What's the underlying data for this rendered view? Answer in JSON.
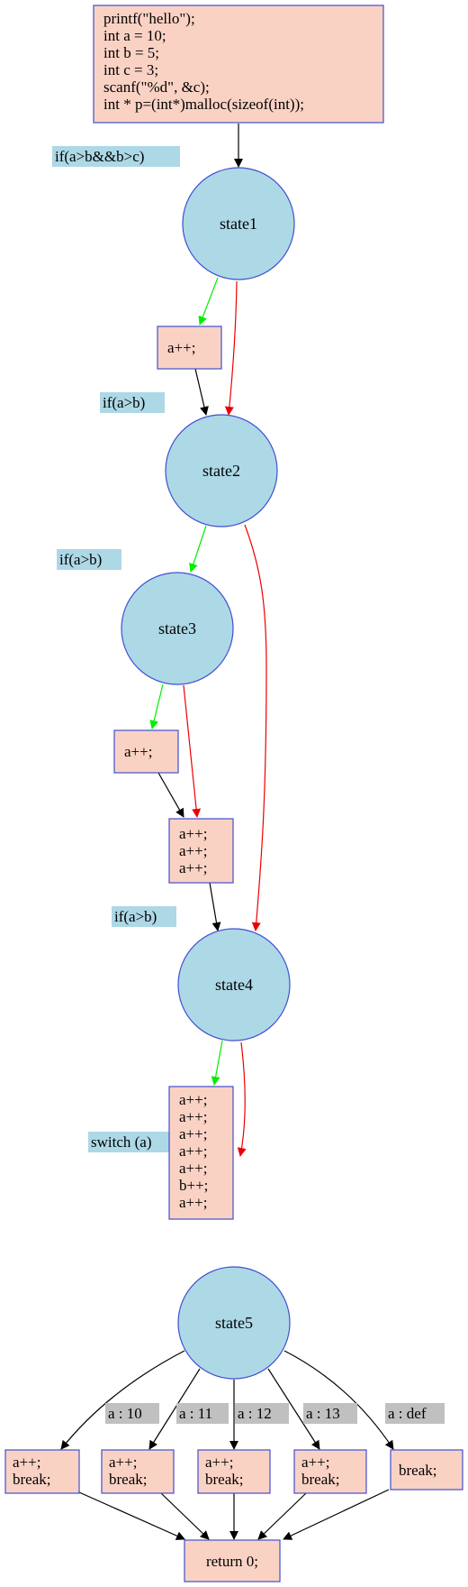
{
  "start_block": {
    "lines": [
      "printf(\"hello\");",
      "int a = 10;",
      "int b = 5;",
      "int c = 3;",
      "scanf(\"%d\", &c);",
      "int * p=(int*)malloc(sizeof(int));"
    ]
  },
  "states": {
    "s1": "state1",
    "s2": "state2",
    "s3": "state3",
    "s4": "state4",
    "s5": "state5"
  },
  "conditions": {
    "c1": "if(a>b&&b>c)",
    "c2": "if(a>b)",
    "c3": "if(a>b)",
    "c4": "if(a>b)",
    "c5": "switch (a)"
  },
  "blocks": {
    "b1": [
      "a++;"
    ],
    "b3": [
      "a++;"
    ],
    "b3m": [
      "a++;",
      "a++;",
      "a++;"
    ],
    "b4": [
      "a++;",
      "a++;",
      "a++;",
      "a++;",
      "a++;",
      "b++;",
      "a++;"
    ]
  },
  "switch_cases": [
    {
      "label": "a : 10",
      "lines": [
        "a++;",
        "break;"
      ]
    },
    {
      "label": "a : 11",
      "lines": [
        "a++;",
        "break;"
      ]
    },
    {
      "label": "a : 12",
      "lines": [
        "a++;",
        "break;"
      ]
    },
    {
      "label": "a : 13",
      "lines": [
        "a++;",
        "break;"
      ]
    },
    {
      "label": "a : def",
      "lines": [
        "break;"
      ]
    }
  ],
  "end_block": {
    "lines": [
      "return 0;"
    ]
  },
  "colors": {
    "node_fill": "#add8e6",
    "node_stroke": "#3f4fcf",
    "box_fill": "#fad2c4",
    "box_stroke": "#3f4fcf",
    "cond_label_bg": "#add8e6",
    "case_label_bg": "#c0c0c0",
    "edge_true": "#00ee00",
    "edge_false": "#ee0000",
    "edge_default": "#000000"
  }
}
